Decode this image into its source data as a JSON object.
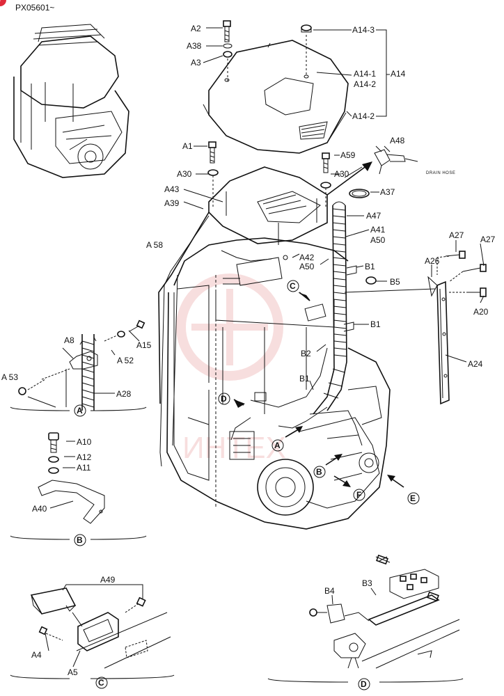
{
  "header": {
    "code": "PX05601~",
    "badge": "+"
  },
  "watermark": "ИНТЕХ",
  "labels": {
    "A2": "A2",
    "A38": "A38",
    "A3": "A3",
    "A14_3": "A14-3",
    "A14_1": "A14-1",
    "A14": "A14",
    "A14_2a": "A14-2",
    "A14_2b": "A14-2",
    "A1": "A1",
    "A59": "A59",
    "A48": "A48",
    "drain": "DRAIN HOSE",
    "A30a": "A30",
    "A30b": "A30",
    "A37": "A37",
    "A43": "A43",
    "A39": "A39",
    "A47": "A47",
    "A41": "A41",
    "A50a": "A50",
    "A58": "A 58",
    "A42": "A42",
    "A50b": "A50",
    "B1a": "B1",
    "B5": "B5",
    "A27a": "A27",
    "A27b": "A27",
    "A26": "A26",
    "A20": "A20",
    "A8": "A8",
    "A15": "A15",
    "A52": "A 52",
    "A53": "A 53",
    "A28": "A28",
    "B1b": "B1",
    "B2": "B2",
    "A24": "A24",
    "B1c": "B1",
    "A10": "A10",
    "A12": "A12",
    "A11": "A11",
    "A40": "A40",
    "A49": "A49",
    "A4": "A4",
    "A5": "A5",
    "B4": "B4",
    "B3": "B3"
  },
  "callouts": {
    "A_detail": "A",
    "B_detail": "B",
    "C_detail": "C",
    "D_detail": "D",
    "C_main": "C",
    "D_main": "D",
    "A_main": "A",
    "B_main": "B",
    "F_main": "F",
    "E_main": "E"
  },
  "colors": {
    "ink": "#111111",
    "watermark": "#f2c4c4",
    "badge": "#e02b3a"
  }
}
